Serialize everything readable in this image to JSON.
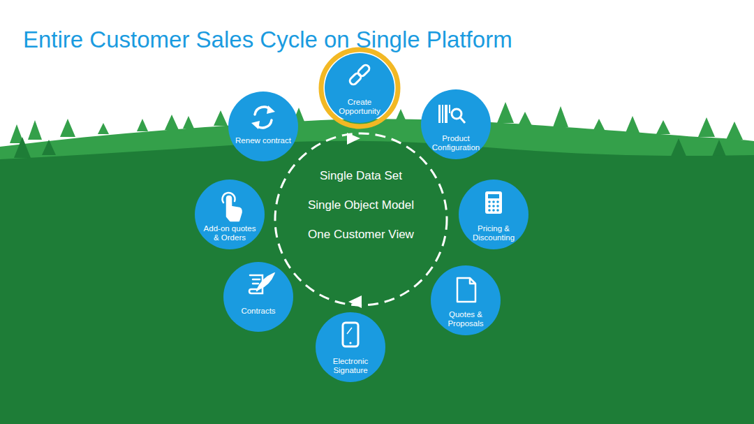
{
  "diagram": {
    "title": "Entire Customer Sales Cycle on Single Platform",
    "nodes": [
      {
        "text": [
          "Create Opportunity"
        ]
      },
      {
        "text": [
          "Product Configuration"
        ]
      },
      {
        "text": [
          "Pricing & Discounting"
        ]
      },
      {
        "text": [
          "Quotes & Proposals"
        ]
      },
      {
        "text": [
          "Electronic Signature"
        ]
      },
      {
        "text": [
          "Contracts"
        ]
      },
      {
        "text": [
          "Add-on quotes & Orders"
        ]
      },
      {
        "text": [
          "Renew contract"
        ]
      },
      {
        "text": [
          "Single Data Set",
          "Single Object Model",
          "One Customer View"
        ]
      }
    ]
  }
}
